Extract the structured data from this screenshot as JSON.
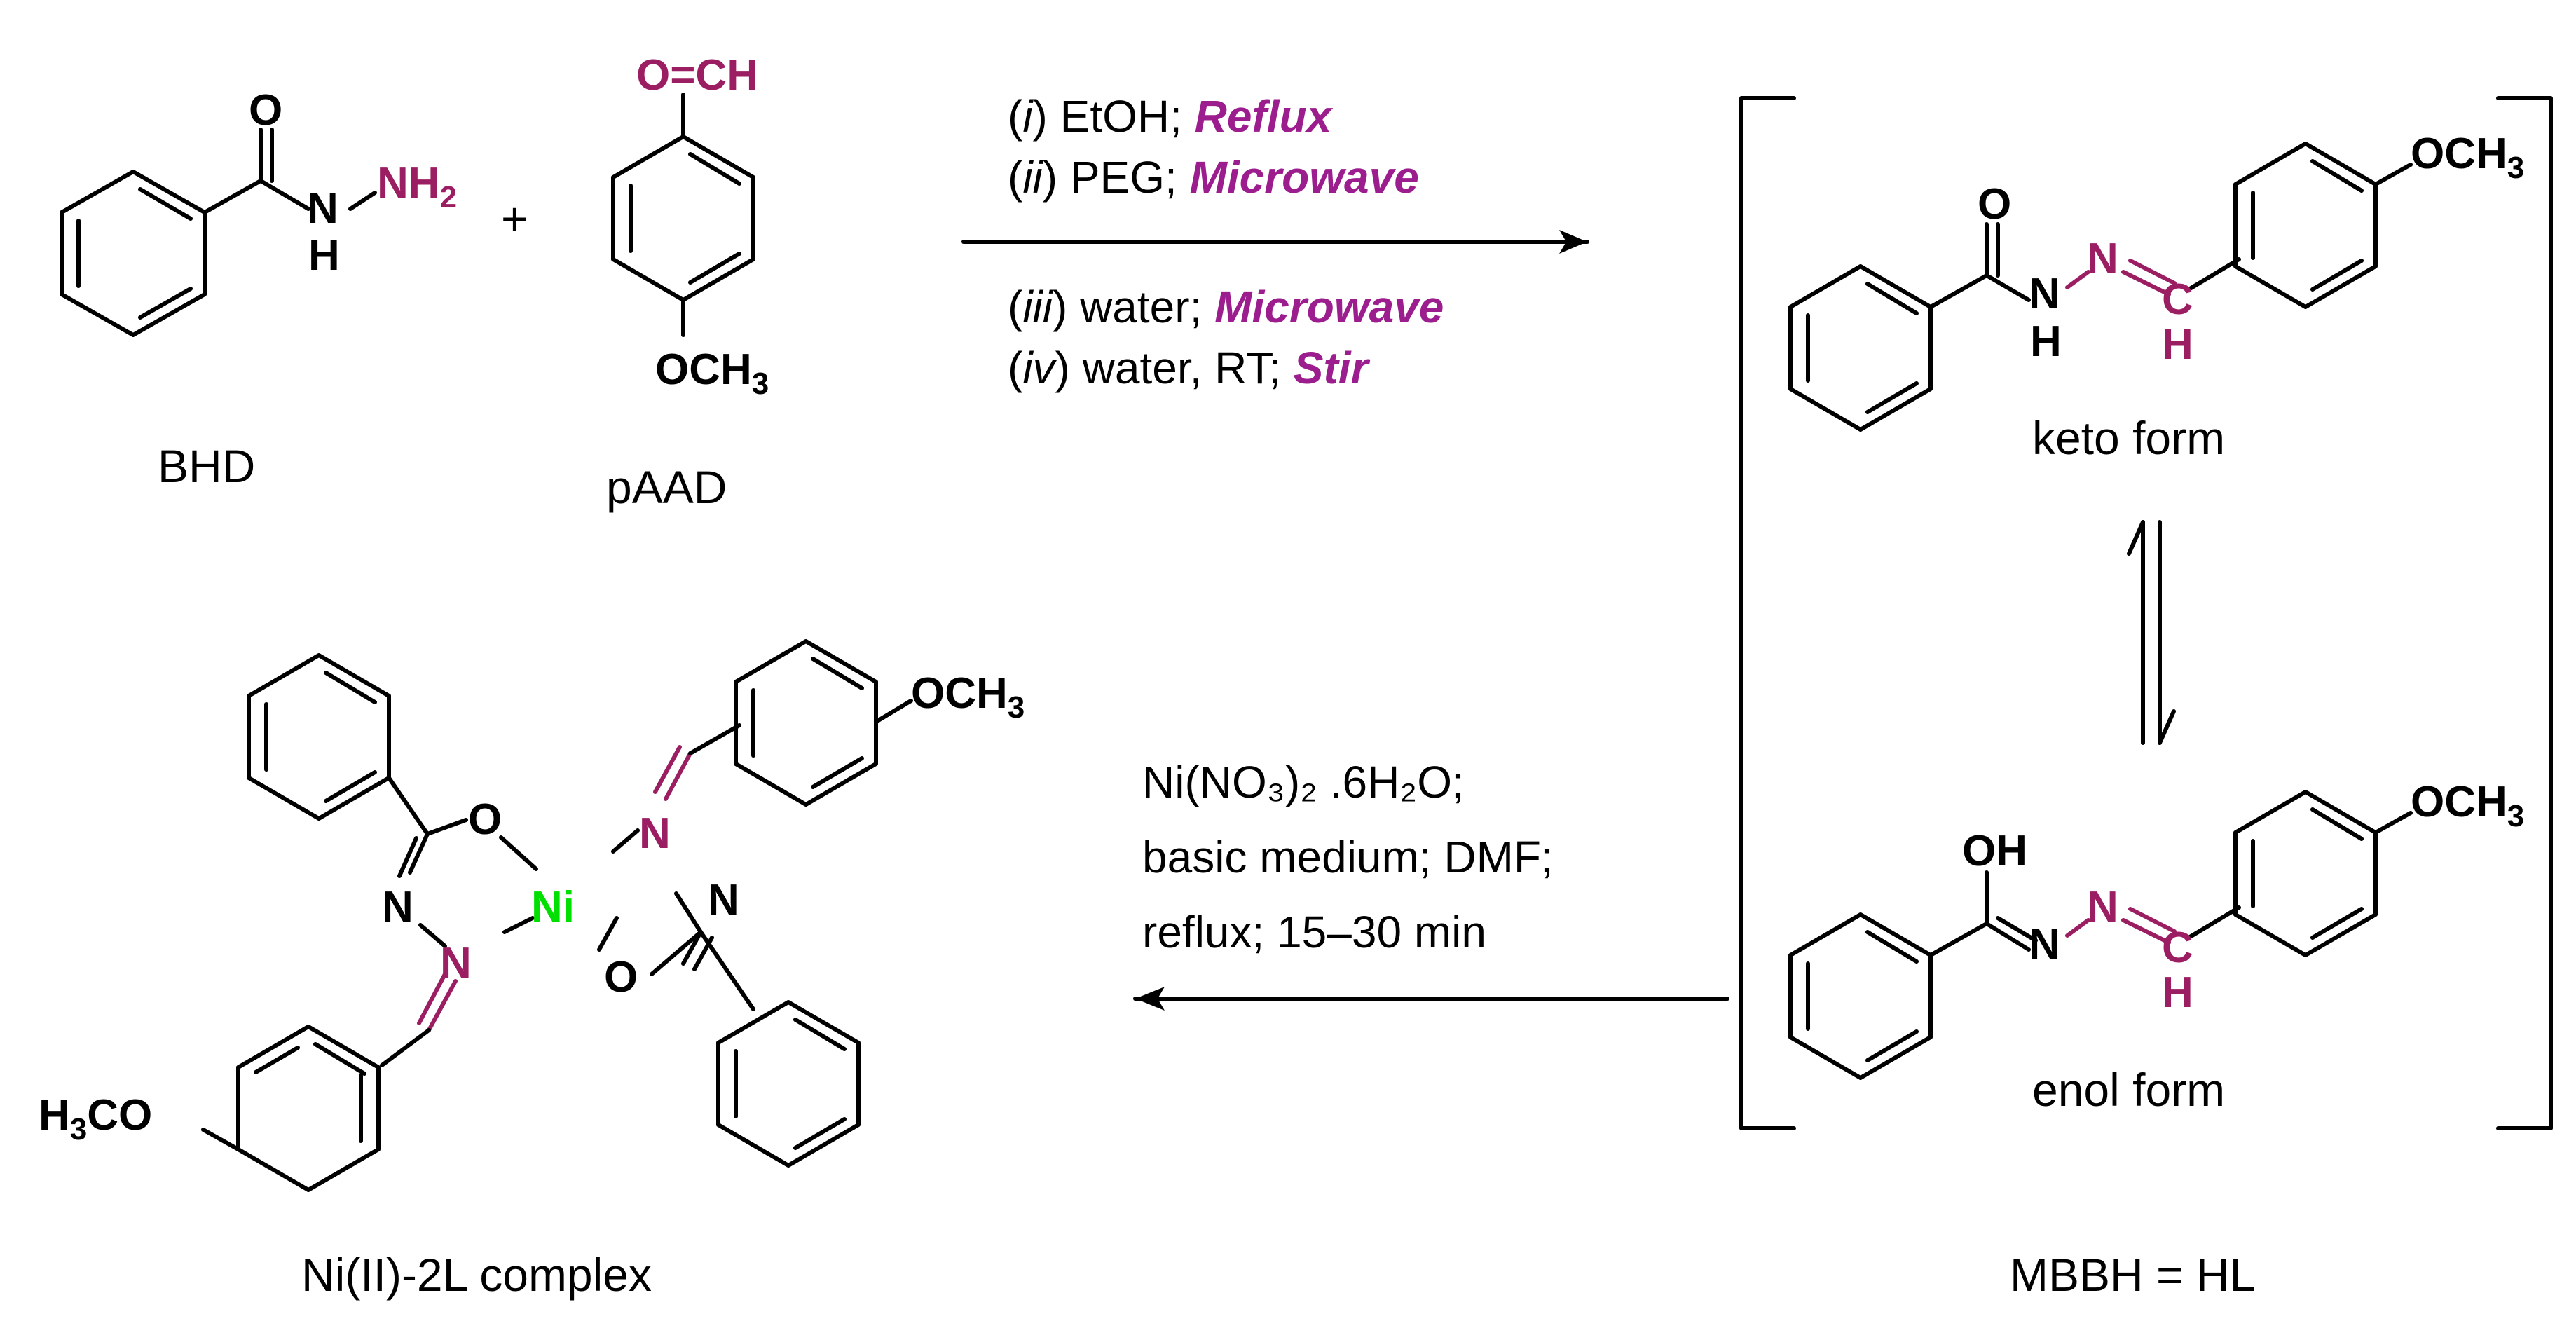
{
  "colors": {
    "black": "#000000",
    "magenta": "#9b1e62",
    "purple": "#9b1d8e",
    "nickel": "#00e000"
  },
  "reactants": {
    "bhd_label": "BHD",
    "paad_label": "pAAD",
    "plus": "+"
  },
  "forward_conditions": {
    "line1_index": "i",
    "line1_text": " EtOH; ",
    "line1_mode": "Reflux",
    "line2_index": "ii",
    "line2_text": " PEG; ",
    "line2_mode": "Microwave",
    "line3_index": "iii",
    "line3_text": " water; ",
    "line3_mode": "Microwave",
    "line4_index": "iv",
    "line4_text": " water, RT; ",
    "line4_mode": "Stir"
  },
  "tautomers": {
    "keto_label": "keto form",
    "enol_label": "enol form",
    "ligand_label": "MBBH = HL"
  },
  "complex_conditions": {
    "line1": "Ni(NO₃)₂ .6H₂O;",
    "line2": "basic medium; DMF;",
    "line3": "reflux; 15–30 min"
  },
  "complex": {
    "label": "Ni(II)-2L complex",
    "metal": "Ni"
  },
  "atoms": {
    "O": "O",
    "N": "N",
    "H": "H",
    "NH2": "NH",
    "two": "2",
    "CH_aldehyde": "O=CH",
    "OCH3": "OCH",
    "three": "3",
    "OH": "OH",
    "C": "C",
    "H3CO_a": "H",
    "H3CO_b": "CO"
  }
}
